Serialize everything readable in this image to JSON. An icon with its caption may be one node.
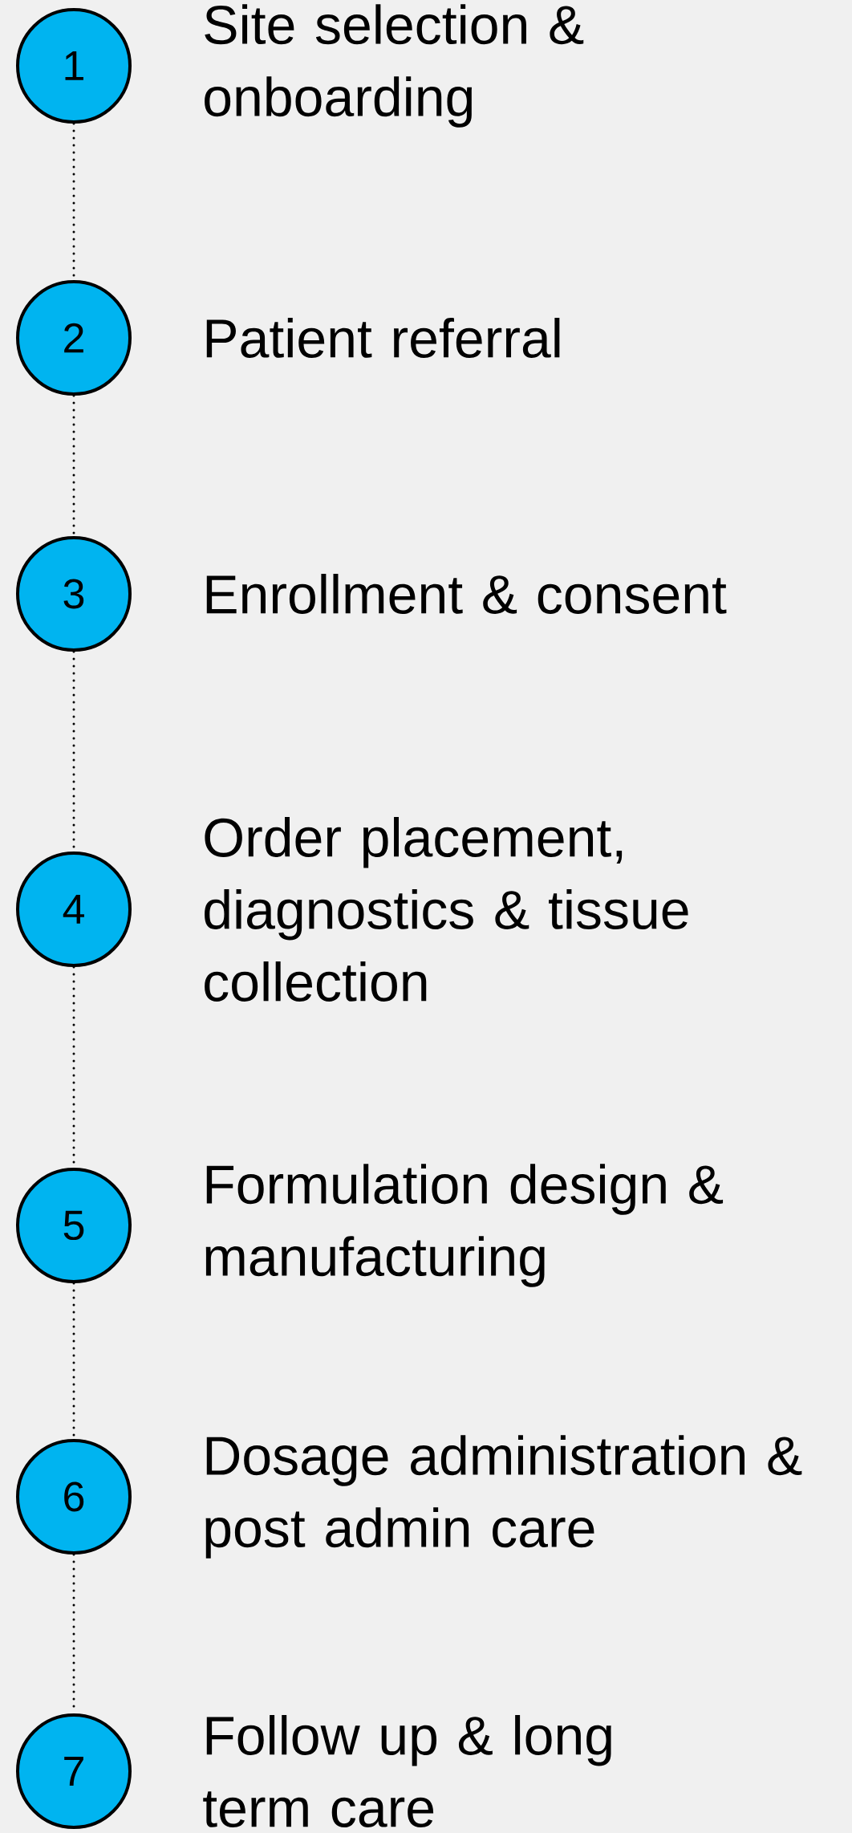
{
  "diagram": {
    "nodes": [
      {
        "text": [
          "1"
        ],
        "beside": [
          "Site selection & onboarding"
        ]
      },
      {
        "text": [
          "2"
        ],
        "beside": [
          "Patient referral"
        ]
      },
      {
        "text": [
          "3"
        ],
        "beside": [
          "Enrollment & consent"
        ]
      },
      {
        "text": [
          "4"
        ],
        "beside": [
          "Order placement, diagnostics & tissue collection"
        ]
      },
      {
        "text": [
          "5"
        ],
        "beside": [
          "Formulation design & manufacturing"
        ]
      },
      {
        "text": [
          "6"
        ],
        "beside": [
          "Dosage administration & post admin care"
        ]
      },
      {
        "text": [
          "7"
        ],
        "beside": [
          "Follow up & long term care"
        ]
      }
    ],
    "edges": [
      {
        "from": 0,
        "to": 1,
        "arrow": "none",
        "style": "dashed"
      },
      {
        "from": 1,
        "to": 2,
        "arrow": "none",
        "style": "dashed"
      },
      {
        "from": 2,
        "to": 3,
        "arrow": "none",
        "style": "dashed"
      },
      {
        "from": 3,
        "to": 4,
        "arrow": "none",
        "style": "dashed"
      },
      {
        "from": 4,
        "to": 5,
        "arrow": "none",
        "style": "dashed"
      },
      {
        "from": 5,
        "to": 6,
        "arrow": "none",
        "style": "dashed"
      }
    ]
  }
}
